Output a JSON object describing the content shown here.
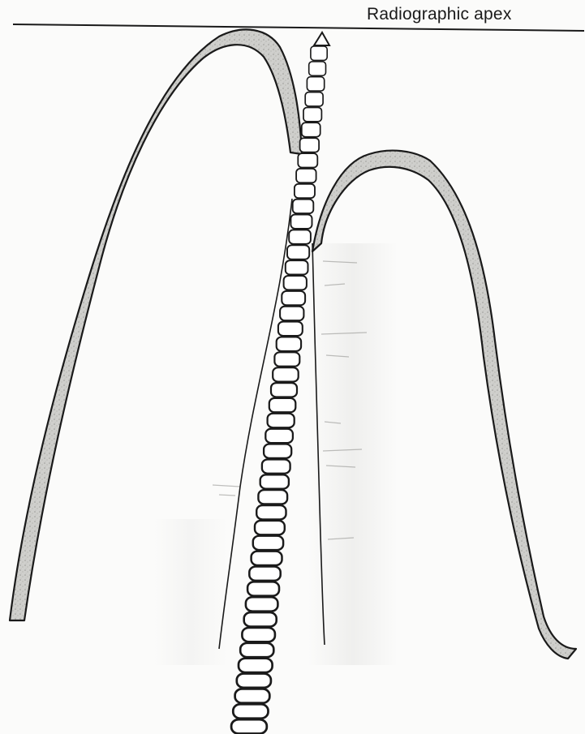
{
  "diagram": {
    "apex_label": "Radiographic apex",
    "colors": {
      "ink": "#1a1a1a",
      "root_fill": "#c9c9c6",
      "root_shade": "#8f8f8b",
      "file_fill": "#ffffff",
      "background": "#fbfbfa",
      "smudge": "#d6d6d4"
    },
    "elements": [
      "radiographic-apex-line",
      "left-root-outline",
      "right-root-outline",
      "endodontic-file",
      "canal-wall-lines"
    ]
  }
}
